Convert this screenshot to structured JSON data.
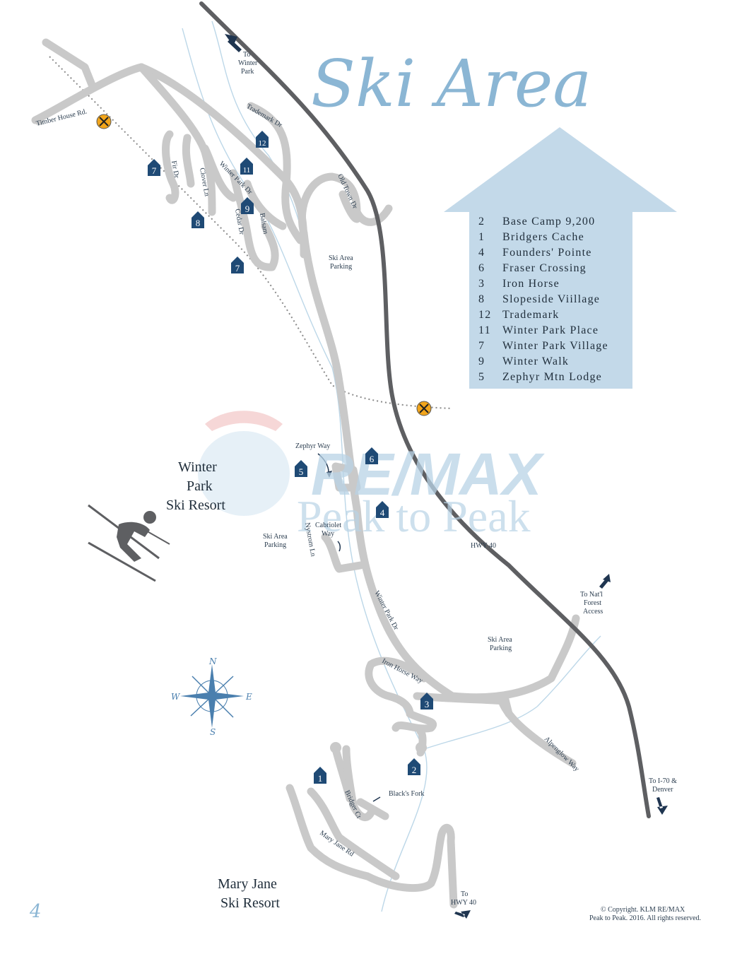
{
  "title": "Ski Area",
  "legend": [
    {
      "num": "2",
      "name": "Base Camp 9,200"
    },
    {
      "num": "1",
      "name": "Bridgers Cache"
    },
    {
      "num": "4",
      "name": "Founders' Pointe"
    },
    {
      "num": "6",
      "name": "Fraser Crossing"
    },
    {
      "num": "3",
      "name": "Iron Horse"
    },
    {
      "num": "8",
      "name": "Slopeside Viillage"
    },
    {
      "num": "12",
      "name": "Trademark"
    },
    {
      "num": "11",
      "name": "Winter Park Place"
    },
    {
      "num": "7",
      "name": "Winter Park Village"
    },
    {
      "num": "9",
      "name": "Winter Walk"
    },
    {
      "num": "5",
      "name": "Zephyr Mtn Lodge"
    }
  ],
  "markers": [
    "7",
    "11",
    "12",
    "8",
    "9",
    "7",
    "5",
    "6",
    "4",
    "3",
    "2",
    "1"
  ],
  "labels": {
    "to_winter_park_1": "To",
    "to_winter_park_2": "Winter",
    "to_winter_park_3": "Park",
    "timber_house_rd": "Timber House Rd.",
    "trademark_dr": "Trademark Dr",
    "fir_dr": "Fir Dr",
    "clover_ln": "Clover Ln",
    "winter_park_dr_n": "Winter Park Dr",
    "cedar_dr": "Cedar Dr",
    "balsam": "Balsam",
    "old_town_dr": "Old Town Dr",
    "ski_area_parking_1a": "Ski Area",
    "ski_area_parking_1b": "Parking",
    "zephyr_way": "Zephyr Way",
    "cabriolet_way_1": "Cabriolet",
    "cabriolet_way_2": "Way",
    "ski_area_parking_2a": "Ski Area",
    "ski_area_parking_2b": "Parking",
    "nystrom_ln": "Nystrom Ln",
    "hwy_40": "HWY 40",
    "winter_park_dr_s": "Winter Park Dr",
    "to_nat_forest_1": "To Nat'l",
    "to_nat_forest_2": "Forest",
    "to_nat_forest_3": "Access",
    "ski_area_parking_3a": "Ski Area",
    "ski_area_parking_3b": "Parking",
    "iron_horse_way": "Iron Horse Way",
    "alpenglow_way": "Alpenglow Way",
    "to_i70_1": "To I-70 &",
    "to_i70_2": "Denver",
    "bridger_ct": "Bridger Ct",
    "blacks_fork": "Black's Fork",
    "mary_jane_rd": "Mary Jane Rd",
    "to_hwy40_1": "To",
    "to_hwy40_2": "HWY 40"
  },
  "resorts": {
    "winter_park_1": "Winter",
    "winter_park_2": "Park",
    "winter_park_3": "Ski Resort",
    "mary_jane_1": "Mary Jane",
    "mary_jane_2": "Ski Resort"
  },
  "watermark": {
    "brand": "RE/MAX",
    "sub": "Peak to Peak"
  },
  "compass": {
    "n": "N",
    "s": "S",
    "e": "E",
    "w": "W"
  },
  "copyright_1": "© Copyright. KLM RE/MAX",
  "copyright_2": "Peak to Peak. 2016. All rights reserved.",
  "page_number": "4",
  "colors": {
    "marker": "#1f4a75",
    "legend_bg": "#c3d9e9",
    "road": "#c9c9c9",
    "highway": "#5e5f62",
    "title": "#8bb6d4"
  }
}
